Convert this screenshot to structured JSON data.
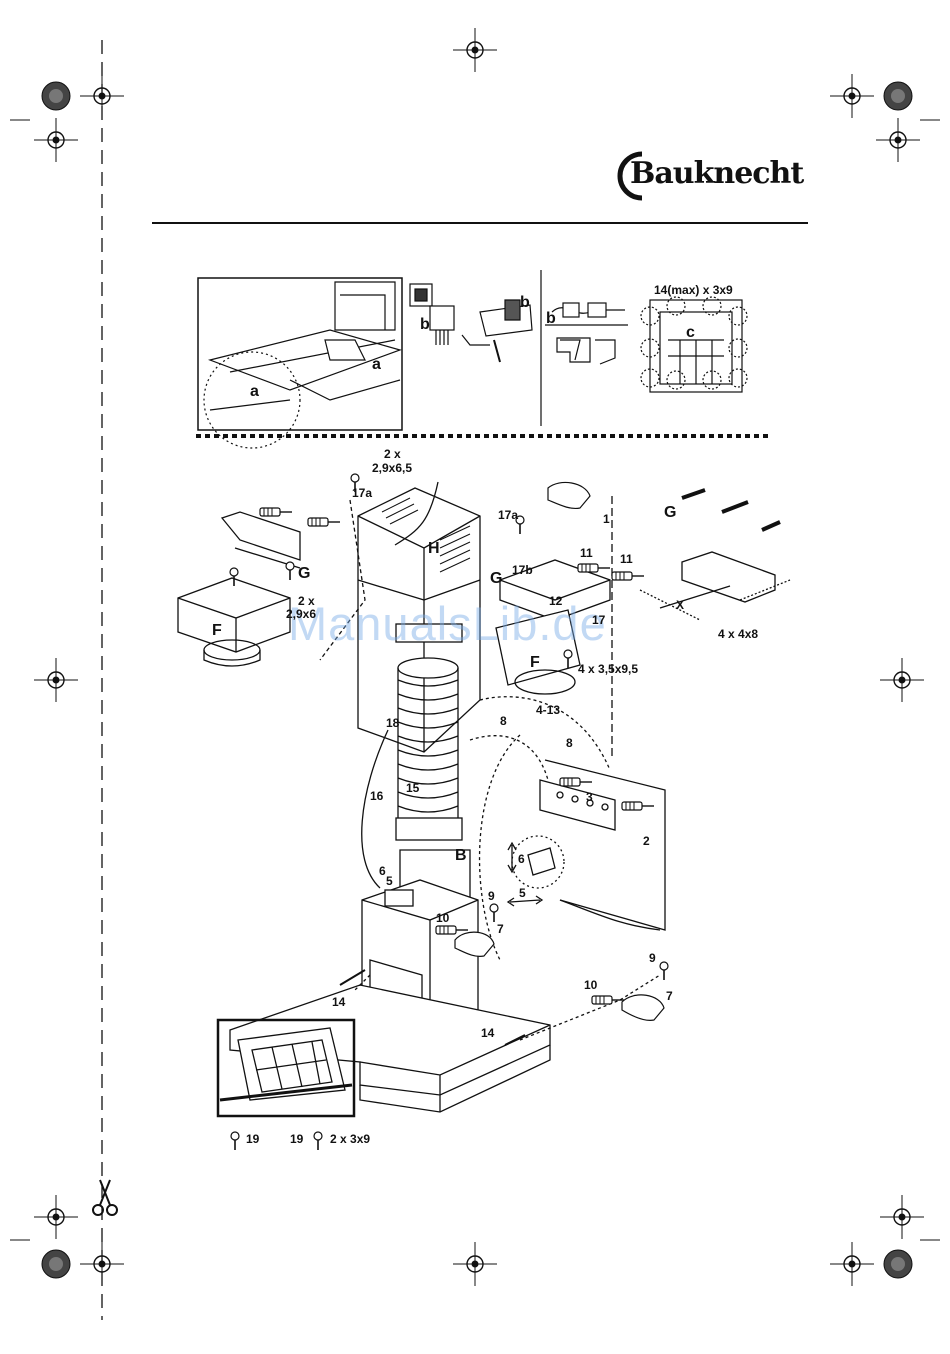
{
  "brand": {
    "name": "Bauknecht"
  },
  "watermark": "ManualsLib.de",
  "top_panel": {
    "label_a": "a",
    "label_b": "b",
    "label_c": "c",
    "screws_spec": "14(max) x 3x9"
  },
  "callouts": {
    "screws_17a_qty": "2 x",
    "screws_17a_spec": "2,9x6,5",
    "n17a": "17a",
    "n17b": "17b",
    "H": "H",
    "G": "G",
    "F": "F",
    "B": "B",
    "screws_g_qty": "2 x",
    "screws_g_spec": "2,9x6",
    "n11": "11",
    "n12": "12",
    "n17": "17",
    "screws_f_spec": "4 x 3,5x9,5",
    "n1": "1",
    "screws_bracket_spec": "4 x 4x8",
    "x": "X",
    "n4_13": "4-13",
    "n8": "8",
    "n18": "18",
    "n15": "15",
    "n16": "16",
    "n3": "3",
    "n2": "2",
    "n6": "6",
    "n5": "5",
    "n9": "9",
    "n10": "10",
    "n7": "7",
    "n14": "14",
    "n19": "19",
    "screws_19_spec": "2 x 3x9"
  },
  "icons": {
    "registration_mark": "crosshair-target-icon",
    "scissors": "scissors-icon",
    "hand": "hand-icon"
  }
}
